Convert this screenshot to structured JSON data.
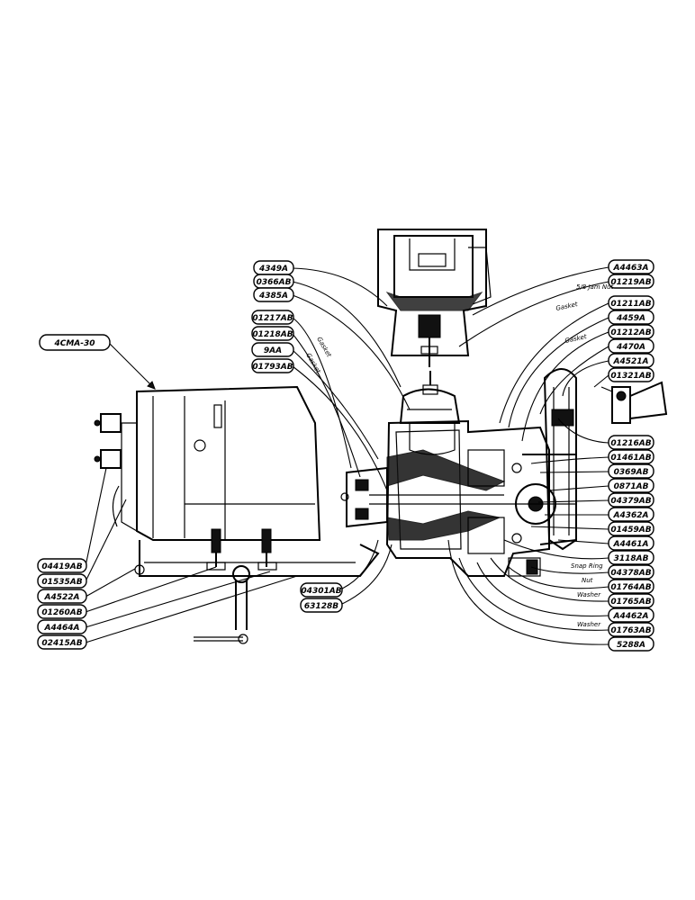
{
  "assembly_label": "4CMA-30",
  "labels_top_left": [
    "4349A",
    "0366AB",
    "4385A"
  ],
  "labels_mid_left": [
    "01217AB",
    "01218AB",
    "9AA",
    "01793AB"
  ],
  "labels_bottom_center": [
    "04301AB",
    "63128B"
  ],
  "labels_left": [
    "04419AB",
    "01535AB",
    "A4522A",
    "01260AB",
    "A4464A",
    "02415AB"
  ],
  "labels_right_top": [
    "A4463A",
    "01219AB",
    "01211AB",
    "4459A",
    "01212AB",
    "4470A",
    "A4521A",
    "01321AB"
  ],
  "labels_right_bottom": [
    "01216AB",
    "01461AB",
    "0369AB",
    "0871AB",
    "04379AB",
    "A4362A",
    "01459AB",
    "A4461A",
    "3118AB",
    "04378AB",
    "01764AB",
    "01765AB",
    "A4462A",
    "01763AB",
    "5288A"
  ],
  "notes": {
    "jam_nut": "5/8 Jam Nut",
    "gasket_a": "Gasket",
    "gasket_b": "Gasket",
    "gasket_c": "Gasket",
    "gasket_d": "Gasket",
    "snap_ring": "Snap Ring",
    "nut": "Nut",
    "washer_a": "Washer",
    "washer_b": "Washer"
  }
}
